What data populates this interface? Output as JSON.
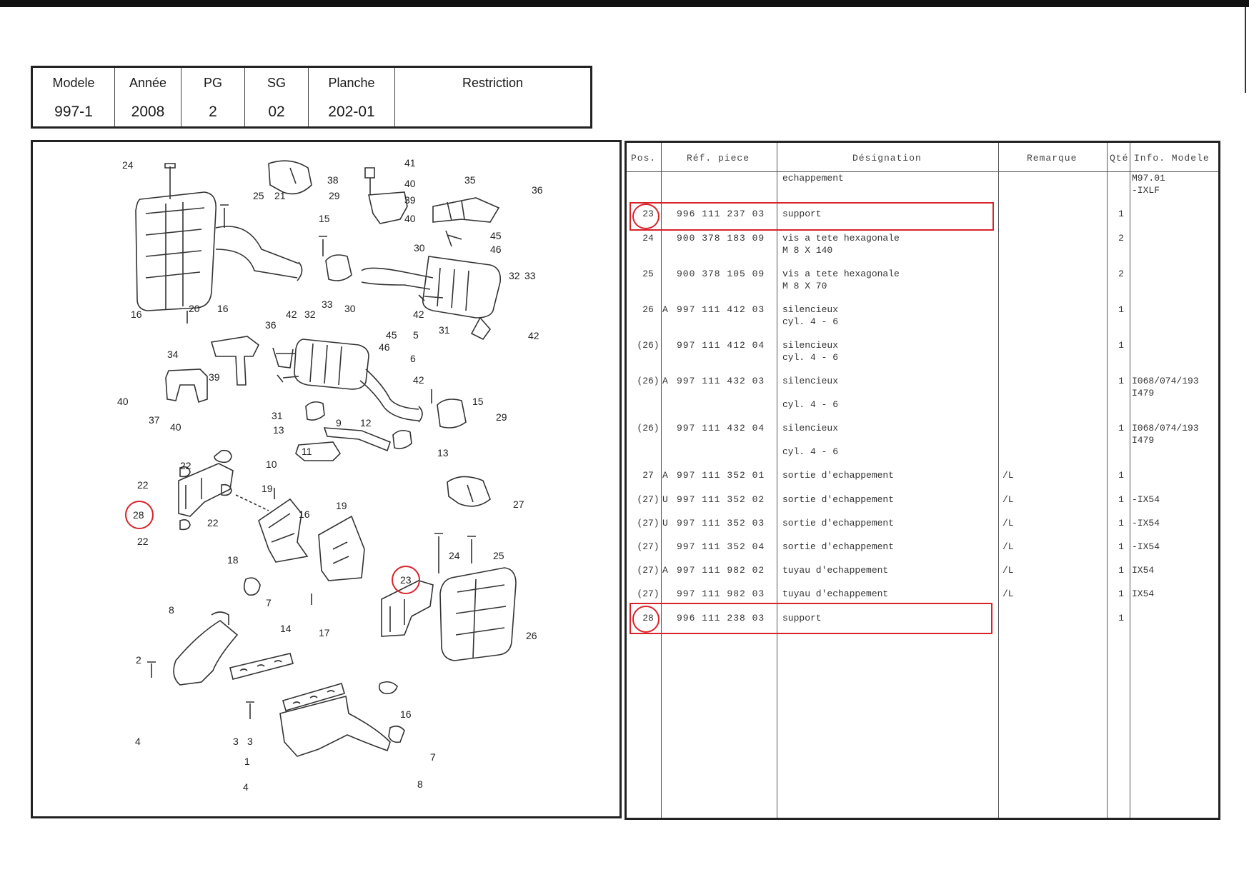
{
  "header": {
    "columns": [
      {
        "label": "Modele",
        "value": "997-1"
      },
      {
        "label": "Année",
        "value": "2008"
      },
      {
        "label": "PG",
        "value": "2"
      },
      {
        "label": "SG",
        "value": "02"
      },
      {
        "label": "Planche",
        "value": "202-01"
      },
      {
        "label": "Restriction",
        "value": ""
      }
    ]
  },
  "parts": {
    "headers": {
      "pos": "Pos.",
      "ref": "Réf. piece",
      "designation": "Désignation",
      "remarque": "Remarque",
      "qte": "Qté",
      "info": "Info. Modele"
    },
    "rows": [
      {
        "pos": "",
        "flag": "",
        "ref": "",
        "des1": "echappement",
        "des2": "",
        "rem": "",
        "qte": "",
        "info1": "M97.01",
        "info2": "-IXLF"
      },
      {
        "pos": "23",
        "flag": "",
        "ref": "996 111 237 03",
        "des1": "support",
        "des2": "",
        "rem": "",
        "qte": "1",
        "info1": "",
        "info2": ""
      },
      {
        "pos": "24",
        "flag": "",
        "ref": "900 378 183 09",
        "des1": "vis a tete hexagonale",
        "des2": "M 8 X 140",
        "rem": "",
        "qte": "2",
        "info1": "",
        "info2": ""
      },
      {
        "pos": "25",
        "flag": "",
        "ref": "900 378 105 09",
        "des1": "vis a tete hexagonale",
        "des2": "M 8 X 70",
        "rem": "",
        "qte": "2",
        "info1": "",
        "info2": ""
      },
      {
        "pos": "26",
        "flag": "A",
        "ref": "997 111 412 03",
        "des1": "silencieux",
        "des2": "cyl. 4 - 6",
        "rem": "",
        "qte": "1",
        "info1": "",
        "info2": ""
      },
      {
        "pos": "(26)",
        "flag": "",
        "ref": "997 111 412 04",
        "des1": "silencieux",
        "des2": "cyl. 4 - 6",
        "rem": "",
        "qte": "1",
        "info1": "",
        "info2": ""
      },
      {
        "pos": "(26)",
        "flag": "A",
        "ref": "997 111 432 03",
        "des1": "silencieux",
        "des2": "cyl. 4 - 6",
        "rem": "",
        "qte": "1",
        "info1": "I068/074/193",
        "info2": "I479"
      },
      {
        "pos": "(26)",
        "flag": "",
        "ref": "997 111 432 04",
        "des1": "silencieux",
        "des2": "cyl. 4 - 6",
        "rem": "",
        "qte": "1",
        "info1": "I068/074/193",
        "info2": "I479"
      },
      {
        "pos": "27",
        "flag": "A",
        "ref": "997 111 352 01",
        "des1": "sortie d'echappement",
        "des2": "",
        "rem": "/L",
        "qte": "1",
        "info1": "",
        "info2": ""
      },
      {
        "pos": "(27)",
        "flag": "U",
        "ref": "997 111 352 02",
        "des1": "sortie d'echappement",
        "des2": "",
        "rem": "/L",
        "qte": "1",
        "info1": "-IX54",
        "info2": ""
      },
      {
        "pos": "(27)",
        "flag": "U",
        "ref": "997 111 352 03",
        "des1": "sortie d'echappement",
        "des2": "",
        "rem": "/L",
        "qte": "1",
        "info1": "-IX54",
        "info2": ""
      },
      {
        "pos": "(27)",
        "flag": "",
        "ref": "997 111 352 04",
        "des1": "sortie d'echappement",
        "des2": "",
        "rem": "/L",
        "qte": "1",
        "info1": "-IX54",
        "info2": ""
      },
      {
        "pos": "(27)",
        "flag": "A",
        "ref": "997 111 982 02",
        "des1": "tuyau d'echappement",
        "des2": "",
        "rem": "/L",
        "qte": "1",
        "info1": "IX54",
        "info2": ""
      },
      {
        "pos": "(27)",
        "flag": "",
        "ref": "997 111 982 03",
        "des1": "tuyau d'echappement",
        "des2": "",
        "rem": "/L",
        "qte": "1",
        "info1": "IX54",
        "info2": ""
      },
      {
        "pos": "28",
        "flag": "",
        "ref": "996 111 238 03",
        "des1": "support",
        "des2": "",
        "rem": "",
        "qte": "1",
        "info1": "",
        "info2": ""
      }
    ]
  },
  "diagram": {
    "callouts": [
      "24",
      "25",
      "21",
      "41",
      "40",
      "39",
      "38",
      "40",
      "29",
      "15",
      "35",
      "36",
      "45",
      "46",
      "30",
      "32",
      "33",
      "20",
      "16",
      "16",
      "42",
      "33",
      "32",
      "30",
      "36",
      "45",
      "46",
      "5",
      "42",
      "31",
      "42",
      "34",
      "39",
      "40",
      "37",
      "40",
      "6",
      "42",
      "15",
      "29",
      "31",
      "13",
      "9",
      "12",
      "11",
      "13",
      "10",
      "22",
      "22",
      "28",
      "22",
      "22",
      "19",
      "16",
      "19",
      "27",
      "18",
      "24",
      "25",
      "23",
      "8",
      "7",
      "14",
      "17",
      "26",
      "2",
      "16",
      "3",
      "3",
      "4",
      "1",
      "7",
      "4",
      "8"
    ],
    "highlighted": [
      "23",
      "28"
    ]
  },
  "colors": {
    "highlight": "#d8232a",
    "ink": "#222222"
  }
}
